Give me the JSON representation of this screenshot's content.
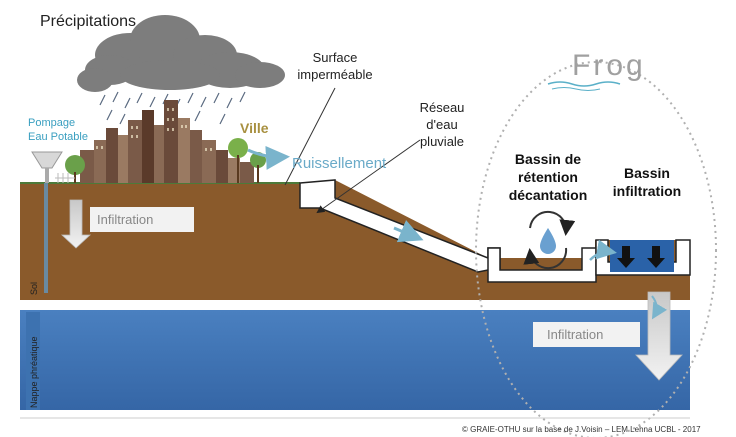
{
  "labels": {
    "precipitations": "Précipitations",
    "surface_line1": "Surface",
    "surface_line2": "imperméable",
    "ville": "Ville",
    "pompage_line1": "Pompage",
    "pompage_line2": "Eau Potable",
    "reseau_line1": "Réseau",
    "reseau_line2": "d'eau",
    "reseau_line3": "pluviale",
    "ruissellement": "Ruissellement",
    "bassin_retention_line1": "Bassin de",
    "bassin_retention_line2": "rétention",
    "bassin_retention_line3": "décantation",
    "bassin_infiltration_line1": "Bassin",
    "bassin_infiltration_line2": "infiltration",
    "infiltration_sol": "Infiltration",
    "infiltration_nappe": "Infiltration",
    "sol": "Sol",
    "nappe": "Nappe phréatique",
    "logo": "Frog",
    "credit": "© GRAIE-OTHU sur la base de J.Voisin – LEM Lehna UCBL - 2017"
  },
  "colors": {
    "soil": "#8a5a2b",
    "water_table": "#3d72b0",
    "water_table_light": "#4a80c0",
    "arrow_blue": "#7ab4cc",
    "ville_text": "#a89040",
    "pompage_text": "#3a9fc0",
    "ruissellement_text": "#6aaac8",
    "cloud": "#7d7d7d",
    "basin_water": "#2a62a8"
  },
  "icons": {
    "recycle": "recycle-arrows-icon",
    "drop": "water-drop-icon",
    "down_arrow": "down-arrow-icon",
    "tower": "water-tower-icon"
  }
}
